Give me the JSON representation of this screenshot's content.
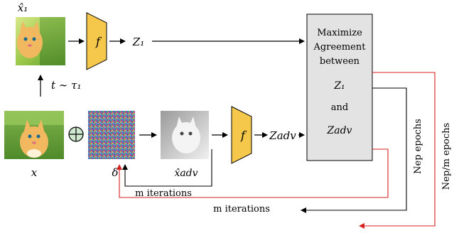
{
  "labels": {
    "x_hat_1": "x̂₁",
    "t_tau": "t ∼ τ₁",
    "x": "x",
    "delta": "δ",
    "x_hat_adv": "x̂adv",
    "f_top": "f",
    "f_bottom": "f",
    "z1": "Z₁",
    "z_adv": "Zadv",
    "m_iter_inner": "m iterations",
    "m_iter_outer": "m iterations",
    "n_ep_epochs": "Nep epochs",
    "n_ep_m_epochs": "Nep/m epochs"
  },
  "agreement_box": {
    "line1": "Maximize",
    "line2": "Agreement",
    "line3": "between",
    "line4": "Z₁",
    "line5": "and",
    "line6": "Zadv"
  },
  "colors": {
    "encoder_fill": "#f5c84c",
    "box_fill": "#e3e3e3",
    "red_arrow": "#d62020",
    "black_arrow": "#000000"
  }
}
